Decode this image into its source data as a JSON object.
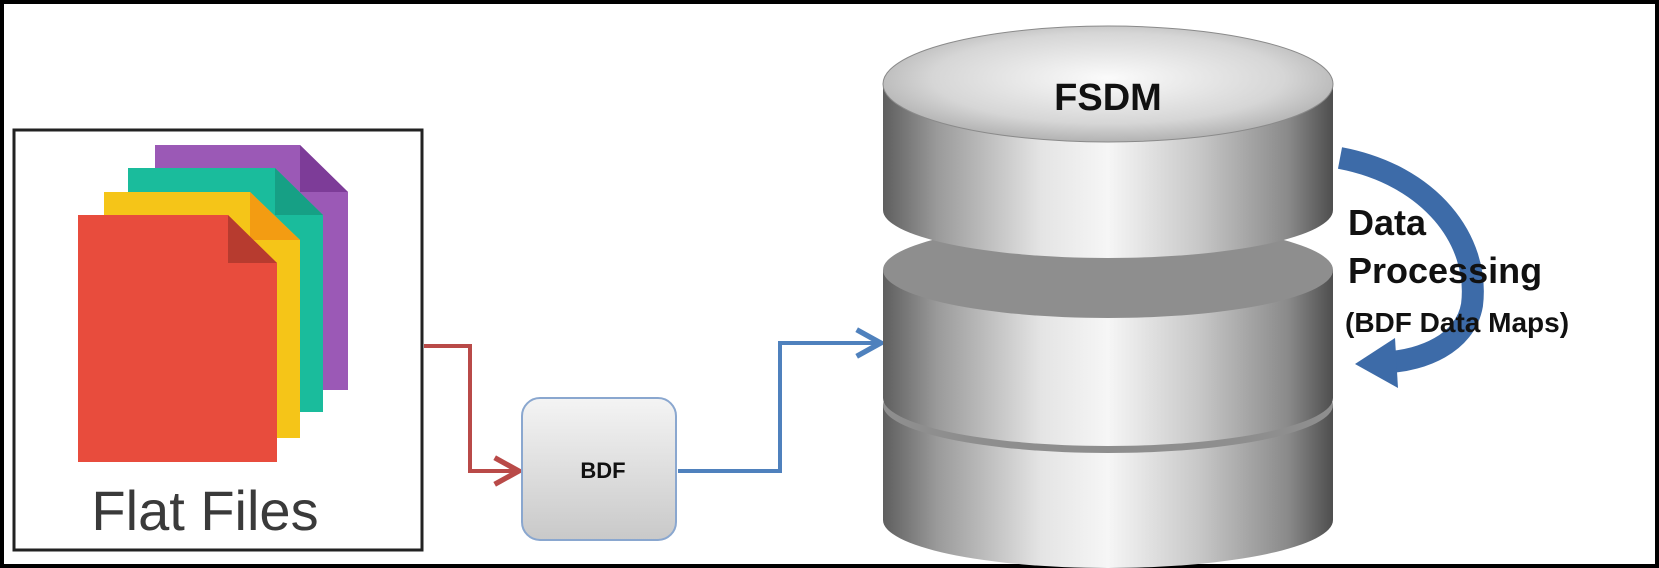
{
  "flat_files": {
    "label": "Flat Files"
  },
  "bdf": {
    "label": "BDF"
  },
  "database": {
    "label": "FSDM"
  },
  "processing": {
    "line1": "Data",
    "line2": "Processing",
    "line3": "(BDF Data Maps)"
  },
  "colors": {
    "file_red": "#e84c3d",
    "file_red_fold": "#b73b2f",
    "file_yellow": "#f5c518",
    "file_yellow_fold": "#f39c12",
    "file_teal": "#1abc9c",
    "file_teal_fold": "#16a085",
    "file_purple": "#9b59b6",
    "file_purple_fold": "#7d3c98",
    "arrow_red": "#b94a48",
    "arrow_blue": "#4f81bd",
    "cycle_arrow": "#3d6ba8"
  }
}
